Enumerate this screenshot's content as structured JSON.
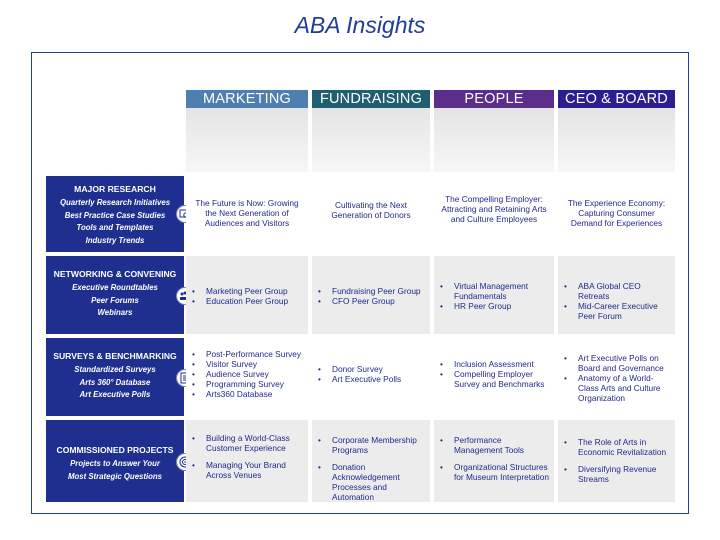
{
  "title": "ABA Insights",
  "columns": [
    {
      "label": "MARKETING",
      "color": "#4f7fb0"
    },
    {
      "label": "FUNDRAISING",
      "color": "#1f5f6f"
    },
    {
      "label": "PEOPLE",
      "color": "#5b2d8a"
    },
    {
      "label": "CEO & BOARD",
      "color": "#2b1f8f"
    }
  ],
  "rows": [
    {
      "title": "MAJOR RESEARCH",
      "subs": [
        "Quarterly Research Initiatives",
        "Best Practice Case Studies",
        "Tools and Templates",
        "Industry Trends"
      ],
      "icon": "research-icon",
      "cells": [
        {
          "text": "The Future is Now: Growing the Next Generation of Audiences and Visitors"
        },
        {
          "text": "Cultivating the Next Generation of Donors"
        },
        {
          "text": "The Compelling Employer: Attracting and Retaining Arts and Culture Employees"
        },
        {
          "text": "The Experience Economy: Capturing Consumer Demand for Experiences"
        }
      ]
    },
    {
      "title": "NETWORKING & CONVENING",
      "subs": [
        "Executive Roundtables",
        "Peer Forums",
        "Webinars"
      ],
      "icon": "people-network-icon",
      "cells": [
        {
          "items": [
            "Marketing Peer Group",
            "Education Peer Group"
          ]
        },
        {
          "items": [
            "Fundraising Peer Group",
            "CFO Peer Group"
          ]
        },
        {
          "items": [
            "Virtual Management Fundamentals",
            "HR Peer Group"
          ]
        },
        {
          "items": [
            "ABA Global CEO Retreats",
            "Mid-Career Executive Peer Forum"
          ]
        }
      ]
    },
    {
      "title": "SURVEYS & BENCHMARKING",
      "subs": [
        "Standardized Surveys",
        "Arts 360° Database",
        "Art Executive Polls"
      ],
      "icon": "survey-icon",
      "cells": [
        {
          "items": [
            "Post-Performance Survey",
            "Visitor Survey",
            "Audience Survey",
            "Programming Survey",
            "Arts360 Database"
          ]
        },
        {
          "items": [
            "Donor Survey",
            "Art Executive Polls"
          ]
        },
        {
          "items": [
            "Inclusion Assessment",
            "Compelling Employer Survey and Benchmarks"
          ]
        },
        {
          "items": [
            "Art Executive Polls on Board and Governance",
            "Anatomy of a World-Class Arts and Culture Organization"
          ]
        }
      ]
    },
    {
      "title": "COMMISSIONED PROJECTS",
      "subs": [
        "Projects to Answer Your Most Strategic Questions"
      ],
      "icon": "target-icon",
      "cells": [
        {
          "items": [
            "Building a World-Class Customer Experience",
            "Managing Your Brand Across Venues"
          ]
        },
        {
          "items": [
            "Corporate Membership Programs",
            "Donation Acknowledgement Processes and Automation"
          ]
        },
        {
          "items": [
            "Performance Management Tools",
            "Organizational Structures for Museum Interpretation"
          ]
        },
        {
          "items": [
            "The Role of Arts in Economic Revitalization",
            "Diversifying Revenue Streams"
          ]
        }
      ]
    }
  ]
}
